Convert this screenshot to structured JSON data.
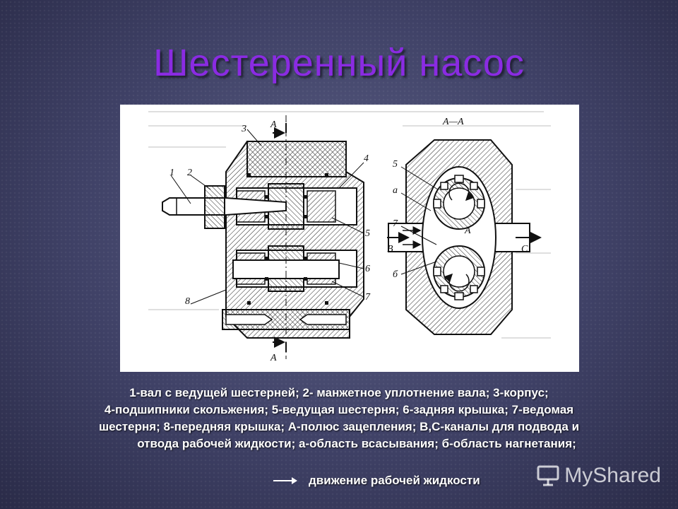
{
  "slide": {
    "title": "Шестеренный насос",
    "figure": {
      "labels": {
        "n1": "1",
        "n2": "2",
        "n3": "3",
        "n4": "4",
        "n5": "5",
        "n6": "6",
        "n7": "7",
        "n8": "8",
        "a_top": "A",
        "a_bottom": "A",
        "section": "A—A",
        "r5": "5",
        "ra": "а",
        "r7": "7",
        "rb": "б",
        "B": "B",
        "C": "C",
        "A_pole": "A"
      }
    },
    "caption": {
      "line1": "1-вал с ведущей шестерней; 2- манжетное уплотнение вала;  3-корпус;",
      "line2": "4-подшипники скольжения; 5-ведущая шестерня; 6-задняя крышка; 7-ведомая",
      "line3": "шестерня; 8-передняя крышка; А-полюс зацепления; В,С-каналы для подвода и",
      "line4": "отвода рабочей жидкости; а-область всасывания; б-область нагнетания;",
      "flow_text": "движение рабочей жидкости"
    },
    "watermark": "MyShared"
  },
  "colors": {
    "title": "#8a2be2",
    "background": "#3f4166",
    "caption_text": "#ffffff"
  }
}
